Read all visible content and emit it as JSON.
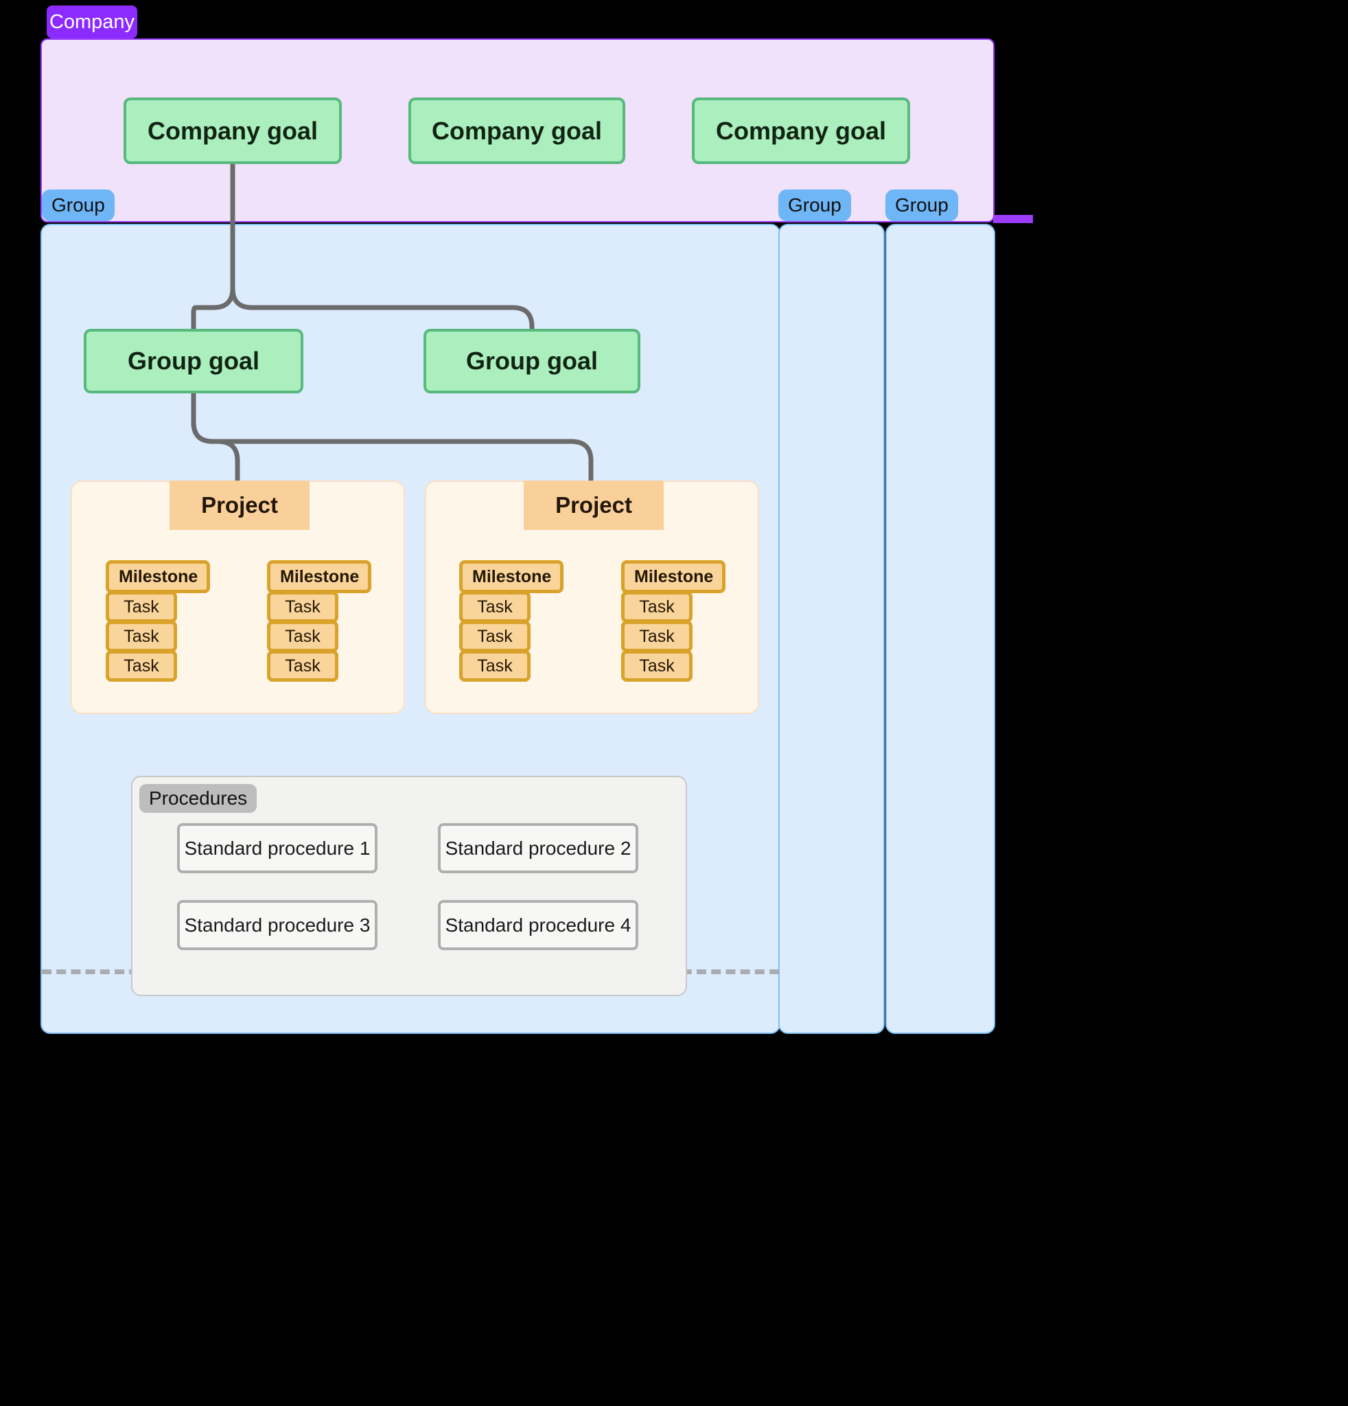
{
  "diagram": {
    "company": {
      "badge_label": "Company",
      "goals": [
        {
          "label": "Company goal"
        },
        {
          "label": "Company goal"
        },
        {
          "label": "Company goal"
        }
      ]
    },
    "groups": [
      {
        "badge_label": "Group"
      },
      {
        "badge_label": "Group"
      },
      {
        "badge_label": "Group"
      }
    ],
    "group_goals": [
      {
        "label": "Group goal"
      },
      {
        "label": "Group goal"
      }
    ],
    "projects": [
      {
        "tab_label": "Project",
        "milestones": [
          {
            "label": "Milestone",
            "tasks": [
              "Task",
              "Task",
              "Task"
            ]
          },
          {
            "label": "Milestone",
            "tasks": [
              "Task",
              "Task",
              "Task"
            ]
          }
        ]
      },
      {
        "tab_label": "Project",
        "milestones": [
          {
            "label": "Milestone",
            "tasks": [
              "Task",
              "Task",
              "Task"
            ]
          },
          {
            "label": "Milestone",
            "tasks": [
              "Task",
              "Task",
              "Task"
            ]
          }
        ]
      }
    ],
    "procedures": {
      "tab_label": "Procedures",
      "items": [
        {
          "label": "Standard procedure 1"
        },
        {
          "label": "Standard procedure 2"
        },
        {
          "label": "Standard procedure 3"
        },
        {
          "label": "Standard procedure 4"
        }
      ]
    },
    "colors": {
      "company_badge": "#8B2BFF",
      "company_panel_bg": "#F1E2FB",
      "company_panel_border": "#9B3CFF",
      "group_badge": "#6FB6F7",
      "group_panel_bg": "#DCECFD",
      "group_panel_border": "#7FC0F5",
      "goal_bg": "#ABEFBE",
      "goal_border": "#58B97E",
      "project_bg": "#FFF6EA",
      "project_tab": "#FAD09A",
      "milestone_bg": "#FAD59B",
      "milestone_border": "#D9A22A",
      "procedures_bg": "#F2F2F0",
      "procedures_tab": "#BDBDBD",
      "connector": "#6B6B6B",
      "divider_dashed": "#A9ADB2"
    }
  }
}
